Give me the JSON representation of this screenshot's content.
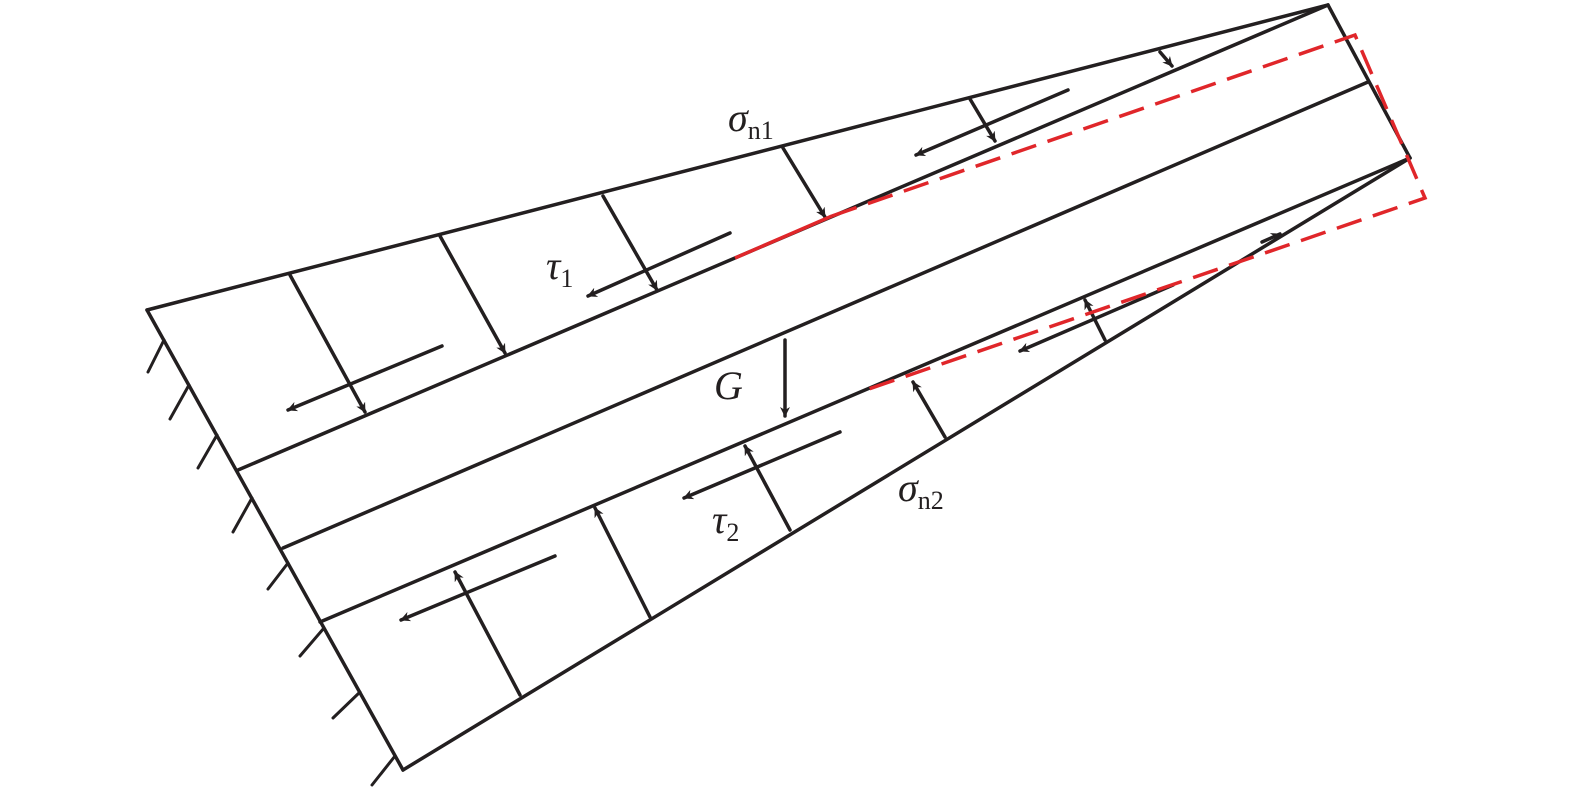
{
  "labels": {
    "sigma_n1": {
      "symbol": "σ",
      "sub": "n1"
    },
    "tau_1": {
      "symbol": "τ",
      "sub": "1"
    },
    "gravity": {
      "symbol": "G"
    },
    "tau_2": {
      "symbol": "τ",
      "sub": "2"
    },
    "sigma_n2": {
      "symbol": "σ",
      "sub": "n2"
    }
  },
  "colors": {
    "line": "#231f20",
    "highlight": "#e0262a"
  }
}
